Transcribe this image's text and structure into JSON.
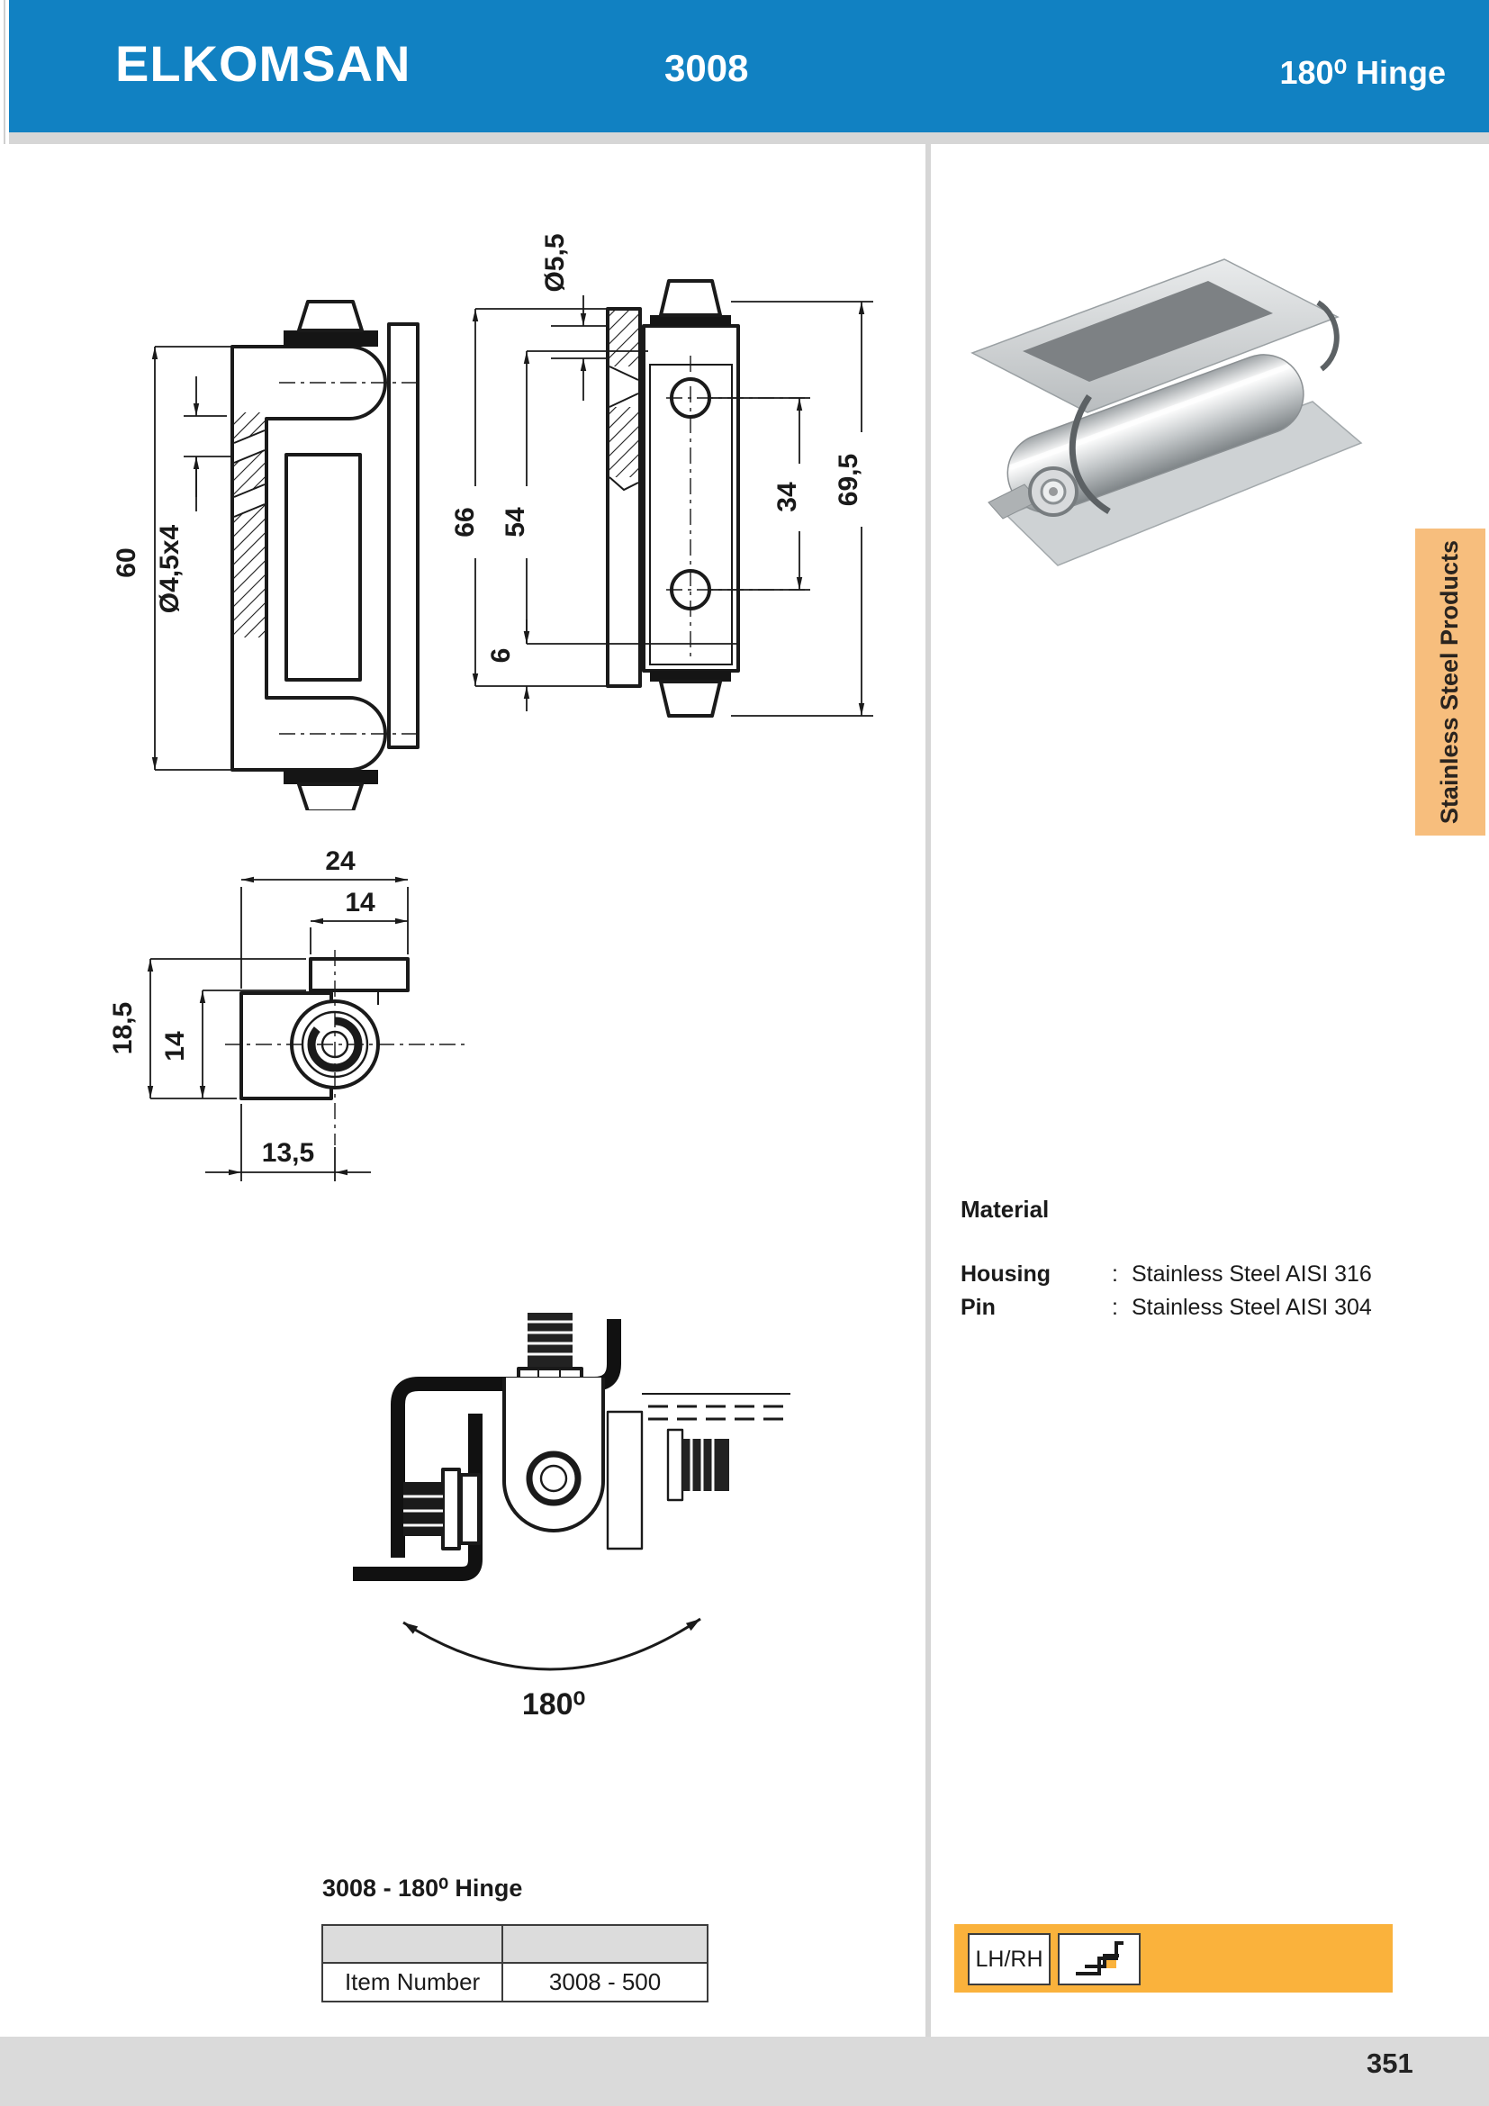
{
  "header": {
    "brand": "ELKOMSAN",
    "model": "3008",
    "product": "180⁰ Hinge"
  },
  "side_tab": {
    "label": "Stainless Steel Products"
  },
  "drawings": {
    "side_view": {
      "height": "60",
      "holes": "Ø4,5x4"
    },
    "front_view": {
      "plate_height": "66",
      "body_height": "54",
      "edge_offset": "6",
      "pin_diameter": "Ø5,5",
      "hole_spacing": "34",
      "overall_height": "69,5"
    },
    "section_view": {
      "width": "24",
      "plate_width": "14",
      "height": "18,5",
      "body_height": "14",
      "pivot_offset": "13,5"
    },
    "opening_view": {
      "angle": "180⁰"
    }
  },
  "material": {
    "title": "Material",
    "rows": [
      {
        "label": "Housing",
        "sep": ":",
        "value": "Stainless Steel AISI 316"
      },
      {
        "label": "Pin",
        "sep": ":",
        "value": "Stainless Steel AISI 304"
      }
    ]
  },
  "order": {
    "title": "3008 - 180⁰ Hinge",
    "table": {
      "headers": [
        "",
        ""
      ],
      "rows": [
        [
          "Item Number",
          "3008 - 500"
        ]
      ]
    }
  },
  "badges": {
    "handing": "LH/RH"
  },
  "footer": {
    "page": "351"
  },
  "colors": {
    "header_blue": "#1181C2",
    "tab_orange": "#F7BE7D",
    "badge_orange": "#FAB23C"
  }
}
